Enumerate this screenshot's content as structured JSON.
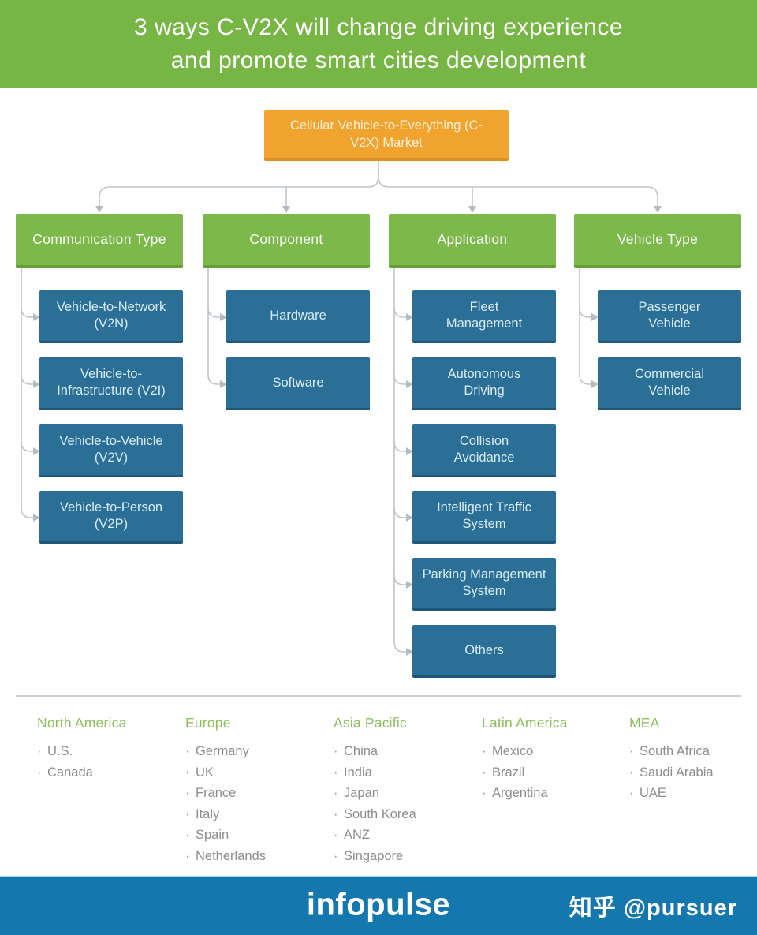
{
  "header": {
    "title_line1": "3 ways C-V2X will change driving experience",
    "title_line2": "and promote smart cities development"
  },
  "root": {
    "label": "Cellular Vehicle-to-Everything (C-V2X) Market"
  },
  "tree": {
    "columns": [
      {
        "label": "Communication Type",
        "children": [
          "Vehicle-to-Network (V2N)",
          "Vehicle-to-Infrastructure (V2I)",
          "Vehicle-to-Vehicle (V2V)",
          "Vehicle-to-Person (V2P)"
        ]
      },
      {
        "label": "Component",
        "children": [
          "Hardware",
          "Software"
        ]
      },
      {
        "label": "Application",
        "children": [
          "Fleet Management",
          "Autonomous Driving",
          "Collision Avoidance",
          "Intelligent Traffic System",
          "Parking Management System",
          "Others"
        ]
      },
      {
        "label": "Vehicle Type",
        "children": [
          "Passenger Vehicle",
          "Commercial Vehicle"
        ]
      }
    ]
  },
  "bullet": "·",
  "regions": [
    {
      "name": "North America",
      "items": [
        "U.S.",
        "Canada"
      ]
    },
    {
      "name": "Europe",
      "items": [
        "Germany",
        "UK",
        "France",
        "Italy",
        "Spain",
        "Netherlands"
      ]
    },
    {
      "name": "Asia Pacific",
      "items": [
        "China",
        "India",
        "Japan",
        "South Korea",
        "ANZ",
        "Singapore"
      ]
    },
    {
      "name": "Latin America",
      "items": [
        "Mexico",
        "Brazil",
        "Argentina"
      ]
    },
    {
      "name": "MEA",
      "items": [
        "South Africa",
        "Saudi Arabia",
        "UAE"
      ]
    }
  ],
  "footer": {
    "logo": "infopulse",
    "watermark": "知乎 @pursuer"
  },
  "colors": {
    "banner_green": "#77b644",
    "category_green": "#7cb84a",
    "root_orange": "#f1a32f",
    "node_blue": "#2c6f96",
    "footer_blue": "#1478ae",
    "connector_gray": "#bfc5cb",
    "region_title_green": "#8cbf5d",
    "region_item_gray": "#8d8d8d"
  }
}
